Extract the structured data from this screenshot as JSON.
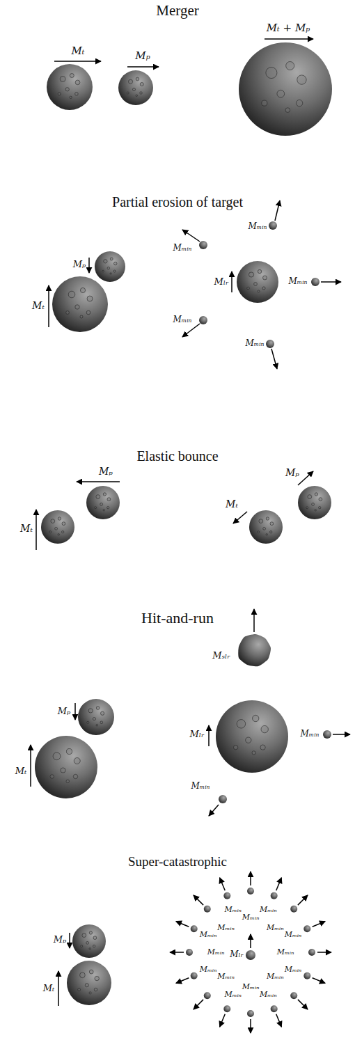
{
  "diagram": {
    "labels": [
      "Merger",
      "Mₜ",
      "Mₚ",
      "Mₜ + Mₚ",
      "Partial erosion of target",
      "Mₘᵢₙ",
      "Mₘᵢₙ",
      "Mₚ",
      "Mₗᵣ",
      "Mₘᵢₙ",
      "Mₜ",
      "Mₘᵢₙ",
      "Mₘᵢₙ",
      "Elastic bounce",
      "Mₚ",
      "Mₜ",
      "Mₚ",
      "Mₜ",
      "Hit-and-run",
      "Mₛₗᵣ",
      "Mₚ",
      "Mₗᵣ",
      "Mₘᵢₙ",
      "Mₜ",
      "Mₘᵢₙ",
      "Super-catastrophic",
      "Mₚ",
      "Mₜ",
      "Mₗᵣ",
      "Mₘᵢₙ",
      "Mₘᵢₙ",
      "Mₘᵢₙ",
      "Mₘᵢₙ",
      "Mₘᵢₙ",
      "Mₘᵢₙ",
      "Mₘᵢₙ",
      "Mₘᵢₙ",
      "Mₘᵢₙ",
      "Mₘᵢₙ",
      "Mₘᵢₙ",
      "Mₘᵢₙ",
      "Mₘᵢₙ",
      "Mₘᵢₙ",
      "Mₘᵢₙ",
      "Mₘᵢₙ"
    ]
  }
}
